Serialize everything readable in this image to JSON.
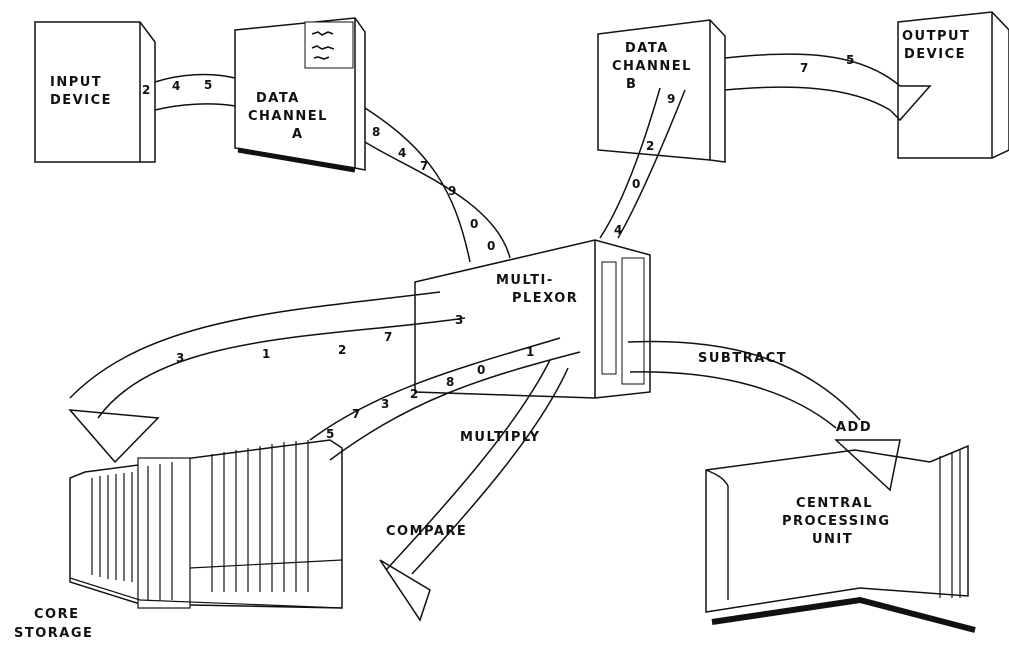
{
  "labels": {
    "input_device": [
      "INPUT",
      "DEVICE"
    ],
    "data_channel_a": [
      "DATA",
      "CHANNEL",
      "A"
    ],
    "data_channel_b": [
      "DATA",
      "CHANNEL",
      "B"
    ],
    "output_device": [
      "OUTPUT",
      "DEVICE"
    ],
    "multiplexor": [
      "MULTI-",
      "PLEXOR"
    ],
    "core_storage": [
      "CORE",
      "STORAGE"
    ],
    "central_processing_unit": [
      "CENTRAL",
      "PROCESSING",
      "UNIT"
    ]
  },
  "operations": {
    "subtract": "SUBTRACT",
    "add": "ADD",
    "multiply": "MULTIPLY",
    "compare": "COMPARE"
  },
  "flows": {
    "input_to_channel_a": [
      "2",
      "4",
      "5"
    ],
    "channel_a_to_multiplexor": [
      "8",
      "4",
      "7",
      "9",
      "0",
      "0"
    ],
    "multiplexor_to_channel_b": [
      "4",
      "0",
      "2",
      "9"
    ],
    "channel_b_to_output": [
      "7",
      "5"
    ],
    "multiplexor_to_core_storage": [
      "3",
      "7",
      "2",
      "1",
      "3"
    ],
    "core_storage_to_multiplexor": [
      "5",
      "7",
      "3",
      "2",
      "8",
      "0",
      "1"
    ]
  },
  "colors": {
    "ink": "#111111",
    "paper": "#ffffff"
  }
}
